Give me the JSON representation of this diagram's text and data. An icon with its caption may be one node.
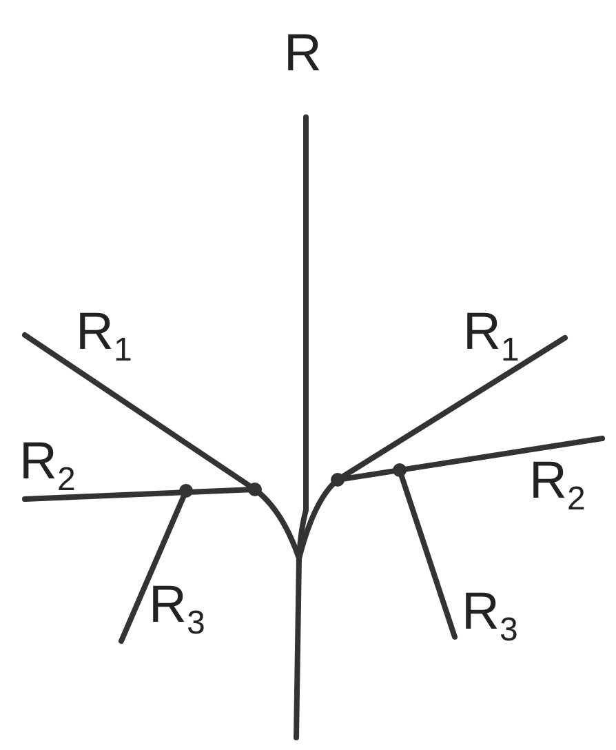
{
  "diagram": {
    "labels": [
      "R",
      "R$_{1}$",
      "R$_{1}$",
      "R$_{2}$",
      "R$_{2}$",
      "R$_{3}$",
      "R$_{3}$"
    ]
  }
}
